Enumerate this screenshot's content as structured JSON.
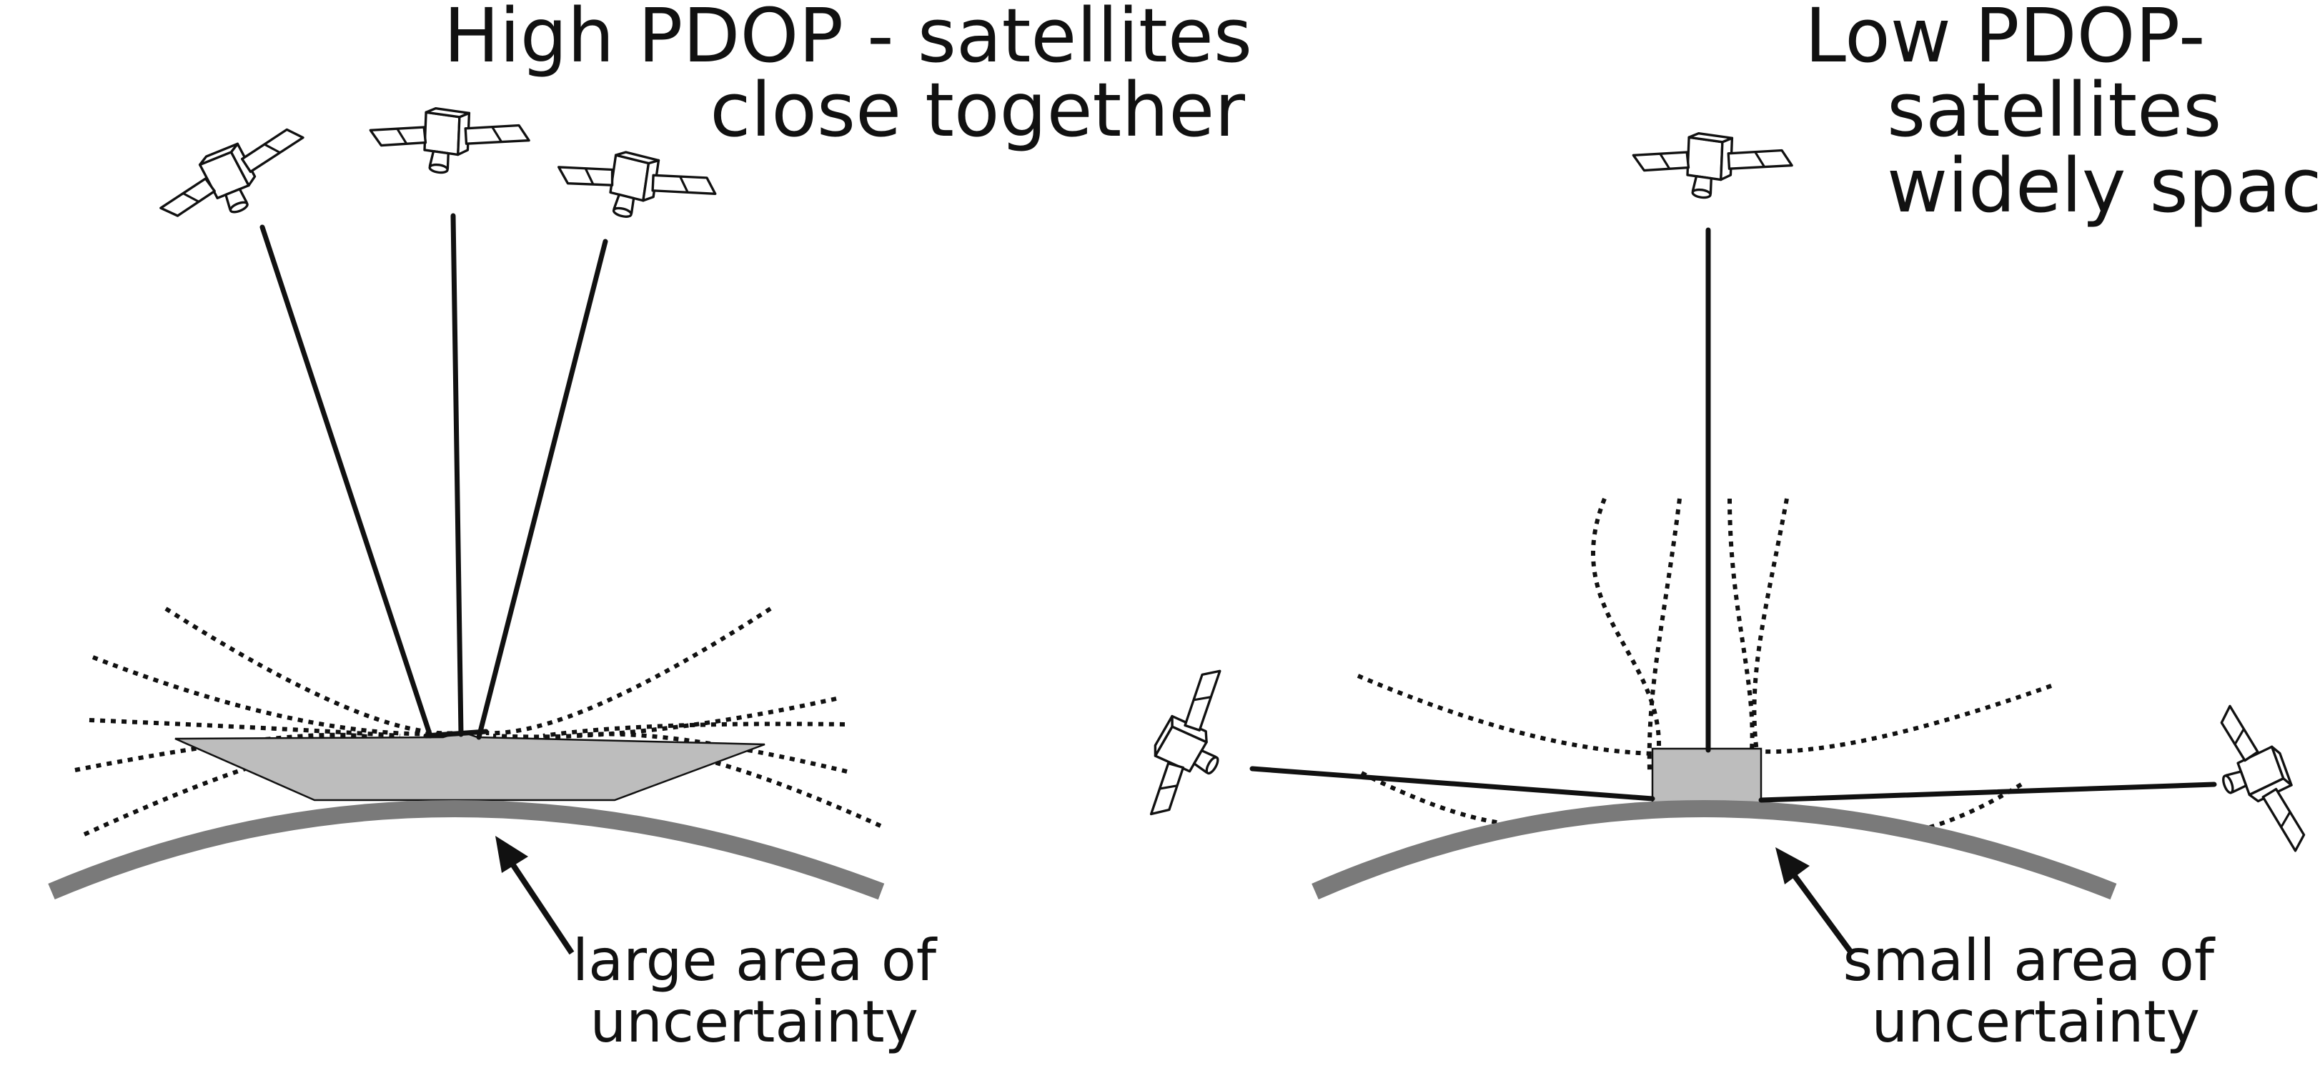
{
  "left_panel": {
    "title_line1": "High PDOP - satellites",
    "title_line2": "close together",
    "caption_line1": "large area of",
    "caption_line2": "uncertainty"
  },
  "right_panel": {
    "title_line1": "Low PDOP-",
    "title_line2": "satellites",
    "title_line3": "widely spaced",
    "caption_line1": "small area of",
    "caption_line2": "uncertainty"
  },
  "colors": {
    "ink": "#111111",
    "earth": "#7a7a7a",
    "uncertainty_area": "#bdbdbd",
    "background": "#ffffff"
  },
  "icons": [
    "satellite-icon",
    "arrow-icon"
  ]
}
